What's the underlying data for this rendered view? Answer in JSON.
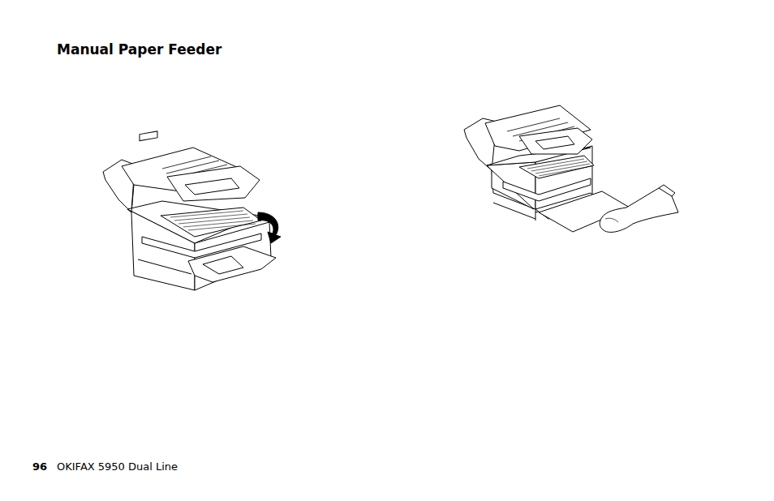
{
  "diagram": {
    "title": "Manual Paper Feeder",
    "labels": [
      "96",
      "OKIFAX 5950 Dual Line"
    ]
  }
}
